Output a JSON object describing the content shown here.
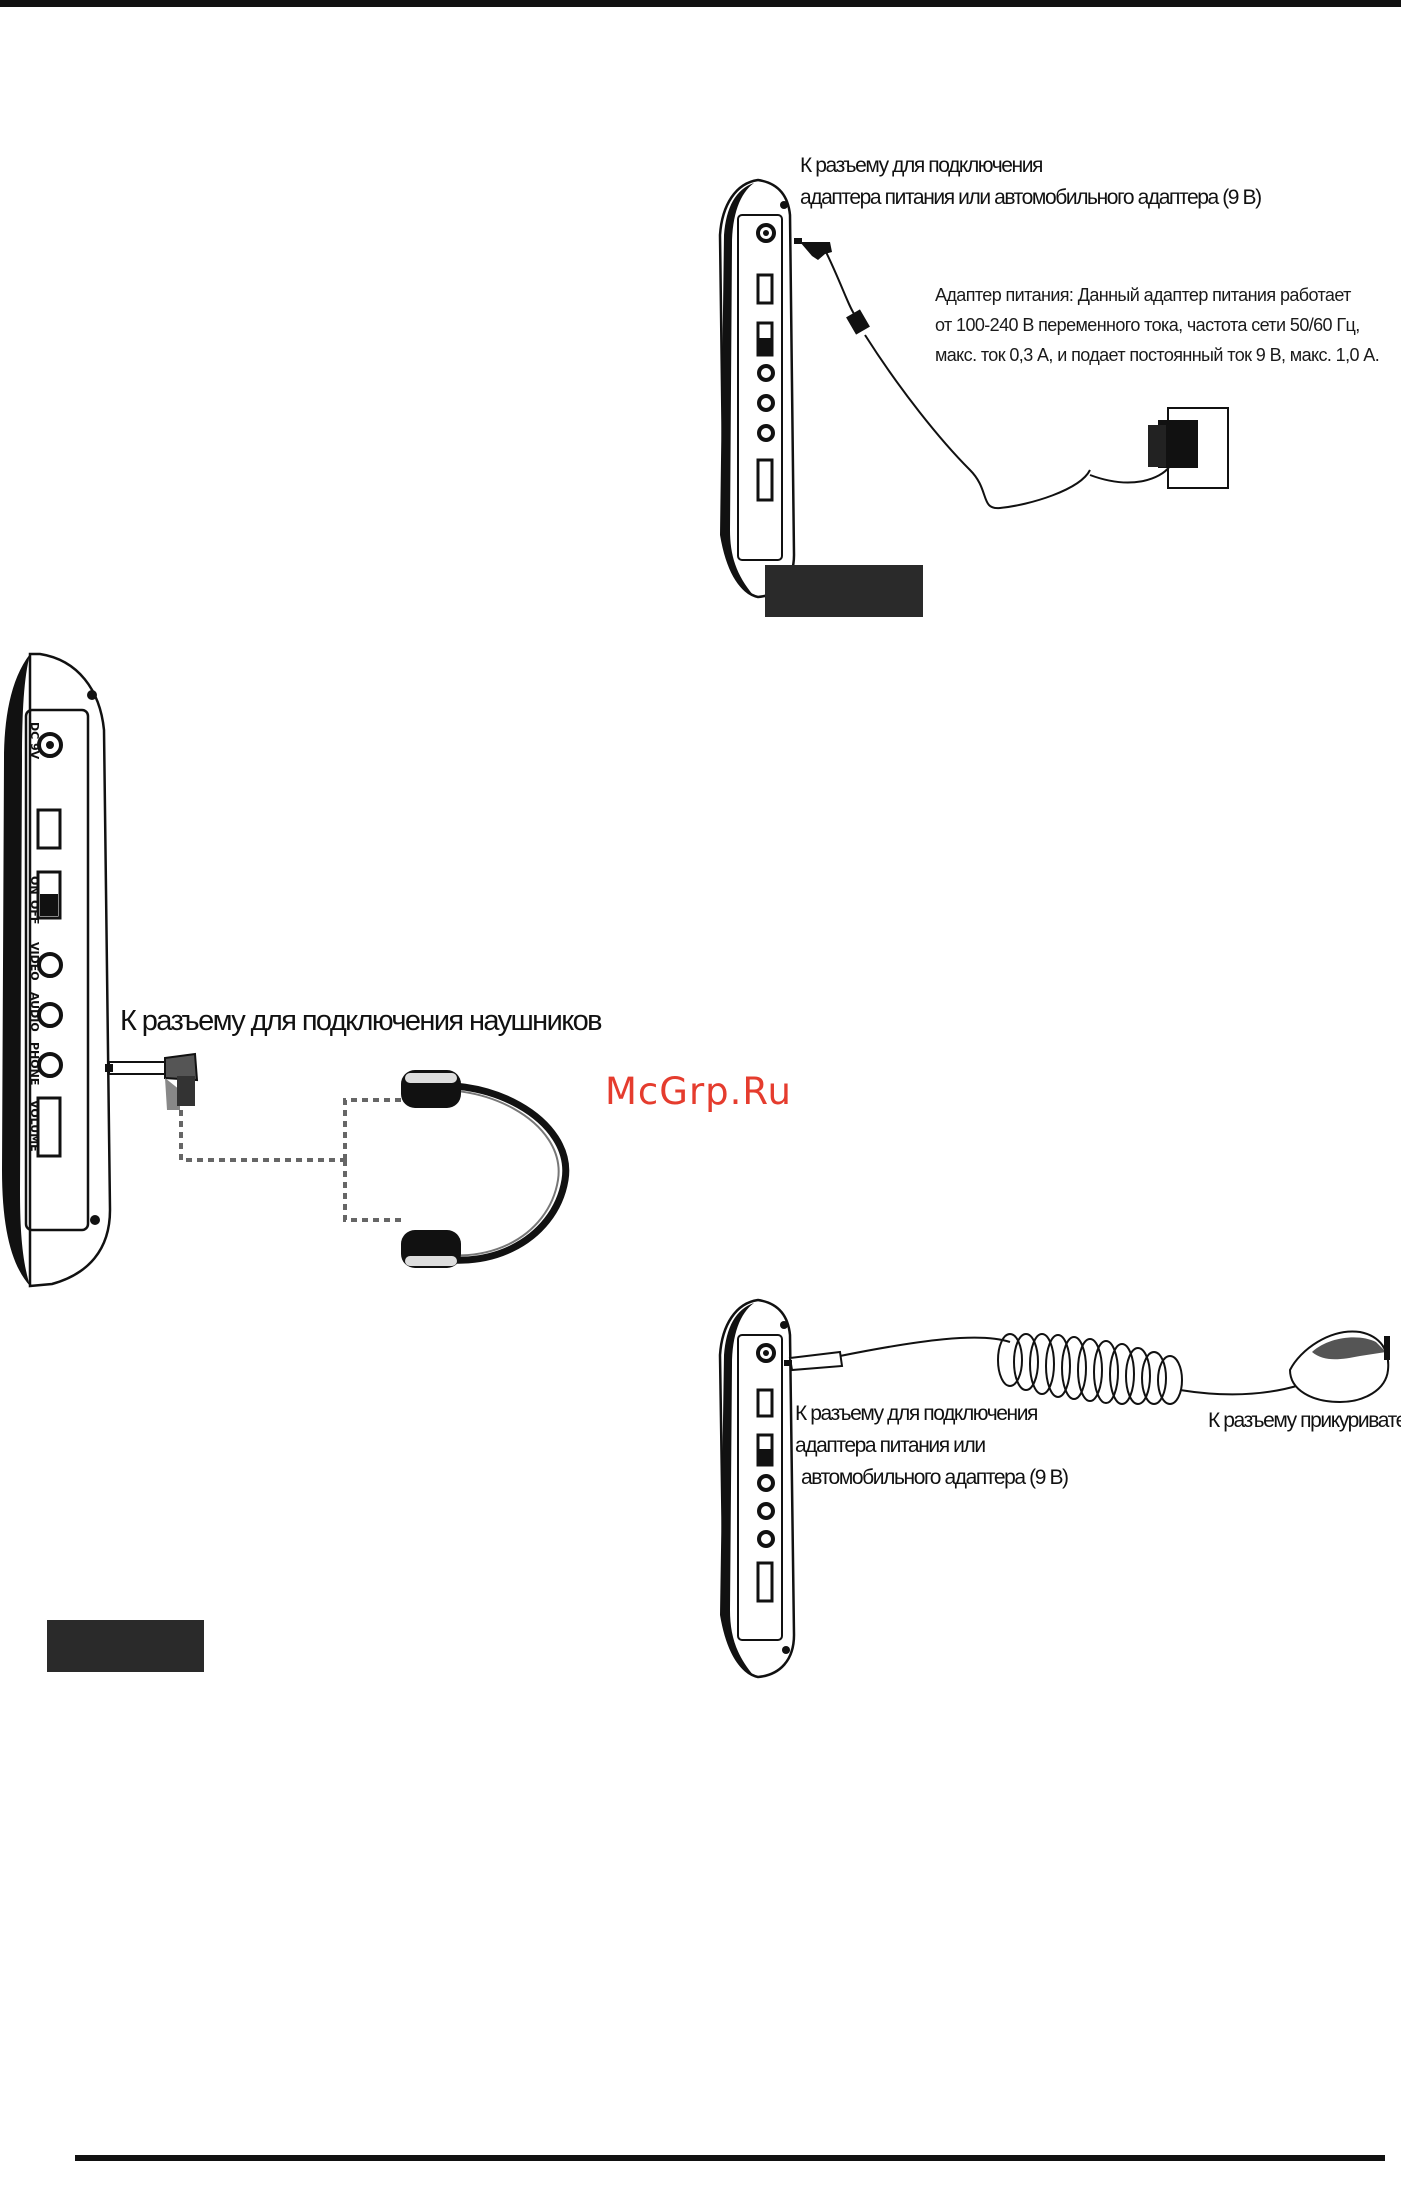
{
  "page": {
    "watermark": "McGrp.Ru"
  },
  "fig_adapter": {
    "connector_label_line1": "К разъему для подключения",
    "connector_label_line2": "адаптера питания или автомобильного адаптера (9 В)",
    "adapter_desc_line1": "Адаптер питания: Данный адаптер питания работает",
    "adapter_desc_line2": "от 100-240 В переменного тока, частота сети 50/60 Гц,",
    "adapter_desc_line3": "макс. ток 0,3 А, и подает постоянный ток 9 В, макс. 1,0 А."
  },
  "fig_headphones": {
    "connector_label": "К разъему для подключения наушников"
  },
  "fig_car": {
    "connector_label_line1": "К разъему для подключения",
    "connector_label_line2": "адаптера питания или",
    "connector_label_line3": "автомобильного адаптера (9 В)",
    "lighter_label": "К разъему прикуривателя"
  },
  "device_ports": {
    "dc": "DC 9V",
    "on": "ON",
    "off": "OFF",
    "video": "VIDEO",
    "audio": "AUDIO",
    "phone": "PHONE",
    "volume": "VOLUME"
  },
  "colors": {
    "ink": "#111111",
    "label_box": "#2a2a2a",
    "watermark": "#e53c2e"
  }
}
